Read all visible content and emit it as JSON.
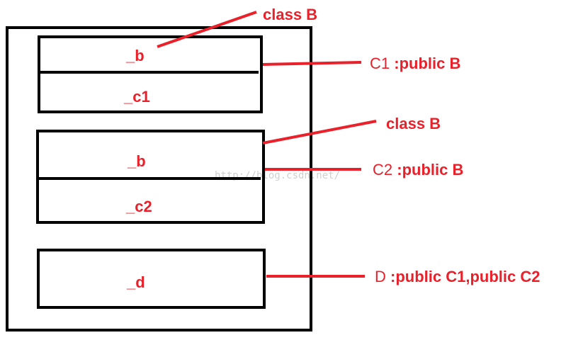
{
  "boxes": {
    "c1": {
      "top_field": "_b",
      "bottom_field": "_c1"
    },
    "c2": {
      "top_field": "_b",
      "bottom_field": "_c2"
    },
    "d": {
      "field": "_d"
    }
  },
  "labels": {
    "class_b_1": "class B",
    "c1_prefix": "C1",
    "c1_text": ":public B",
    "class_b_2": "class B",
    "c2_prefix": "C2",
    "c2_text": ":public B",
    "d_prefix": "D",
    "d_text": ":public C1,public C2"
  },
  "watermark": "http://blog.csdn.net/",
  "colors": {
    "annotation": "#e8212b",
    "outline": "#000000"
  }
}
